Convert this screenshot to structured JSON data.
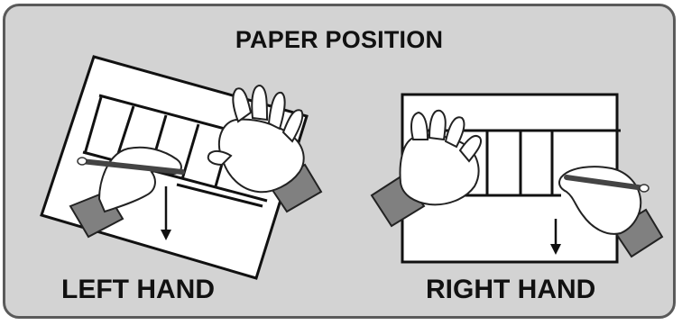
{
  "title": "PAPER POSITION",
  "left_caption": "LEFT HAND",
  "right_caption": "RIGHT HAND",
  "colors": {
    "background": "#d3d3d3",
    "border": "#5a5a5a",
    "paper": "#ffffff",
    "sleeve": "#808080",
    "ink": "#111111"
  },
  "icons": {
    "left_diagram": "tilted-paper-left-hand-writing",
    "right_diagram": "straight-paper-right-hand-writing"
  }
}
